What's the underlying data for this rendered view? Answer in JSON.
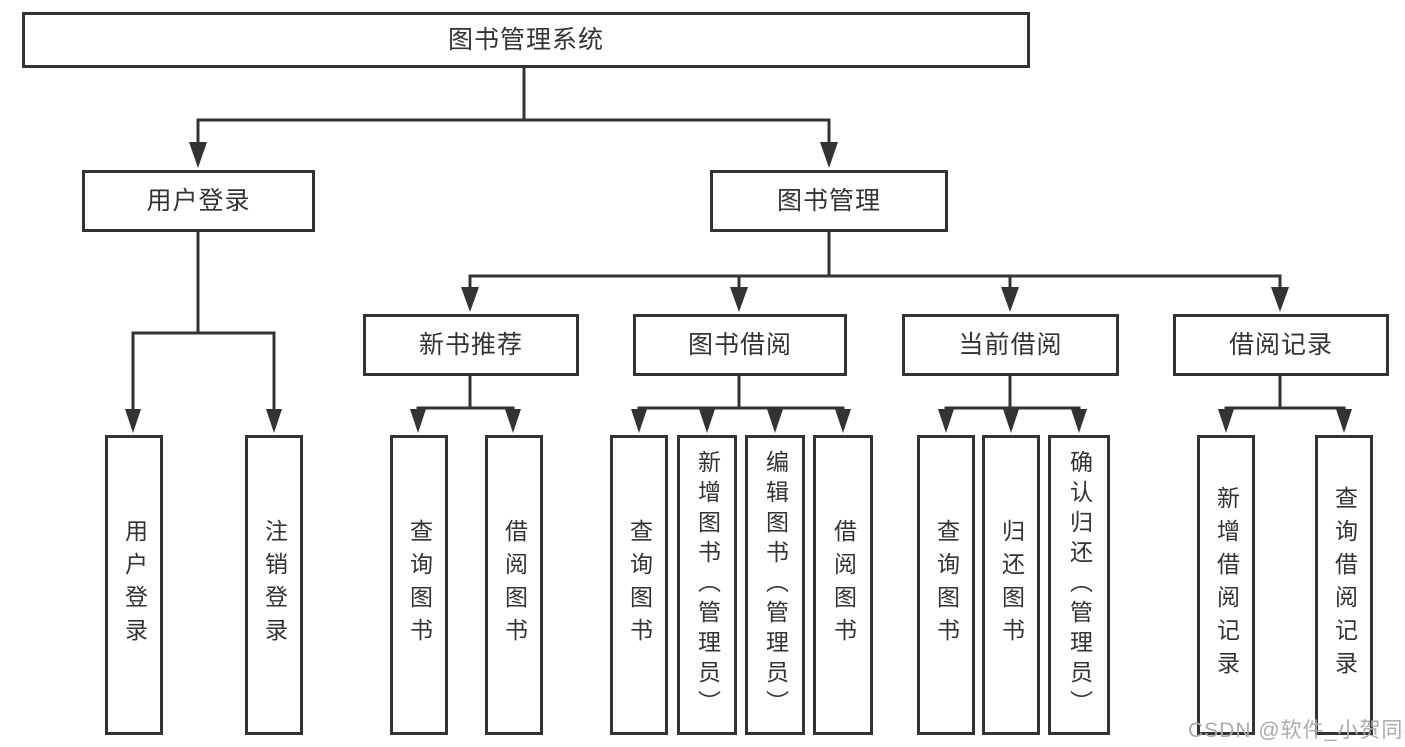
{
  "tree": {
    "label": "图书管理系统",
    "children": [
      {
        "label": "用户登录",
        "children": [
          {
            "label": "用户登录"
          },
          {
            "label": "注销登录"
          }
        ]
      },
      {
        "label": "图书管理",
        "children": [
          {
            "label": "新书推荐",
            "children": [
              {
                "label": "查询图书"
              },
              {
                "label": "借阅图书"
              }
            ]
          },
          {
            "label": "图书借阅",
            "children": [
              {
                "label": "查询图书"
              },
              {
                "label": "新增图书（管理员）"
              },
              {
                "label": "编辑图书（管理员）"
              },
              {
                "label": "借阅图书"
              }
            ]
          },
          {
            "label": "当前借阅",
            "children": [
              {
                "label": "查询图书"
              },
              {
                "label": "归还图书"
              },
              {
                "label": "确认归还（管理员）"
              }
            ]
          },
          {
            "label": "借阅记录",
            "children": [
              {
                "label": "新增借阅记录"
              },
              {
                "label": "查询借阅记录"
              }
            ]
          }
        ]
      }
    ]
  },
  "watermark": {
    "text": "CSDN @软件_小贺同学"
  },
  "colors": {
    "line": "#333333",
    "border": "#333333",
    "text": "#333333",
    "box_fill": "#ffffff",
    "watermark": "#ababab",
    "background": "#ffffff"
  }
}
